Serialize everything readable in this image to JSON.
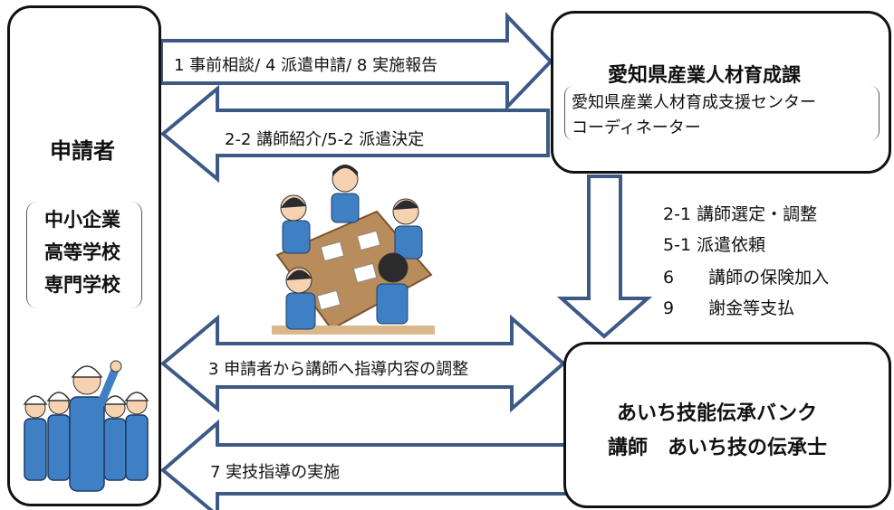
{
  "applicant": {
    "title": "申請者",
    "types": [
      "中小企業",
      "高等学校",
      "専門学校"
    ]
  },
  "prefecture": {
    "title_prefix": "愛知県",
    "title_suffix": "産業人材育成課",
    "sub_line1": "愛知県産業人材育成支援センター",
    "sub_line2": "コーディネーター"
  },
  "bank": {
    "line1": "あいち技能伝承バンク",
    "line2": "講師　あいち技の伝承士"
  },
  "flows": {
    "consult": "1 事前相談/ 4 派遣申請/ 8 実施報告",
    "introduce": "2-2 講師紹介/5-2 派遣決定",
    "adjust": "3 申請者から講師へ指導内容の調整",
    "practice": "7 実技指導の実施",
    "steps": [
      "2-1 講師選定・調整",
      "5-1 派遣依頼",
      "6　　講師の保険加入",
      "9　　謝金等支払"
    ]
  },
  "colors": {
    "arrow_stroke": "#3d5a87",
    "box_border": "#111111",
    "worker_uniform": "#3f7fc4",
    "helmet": "#ffffff"
  }
}
